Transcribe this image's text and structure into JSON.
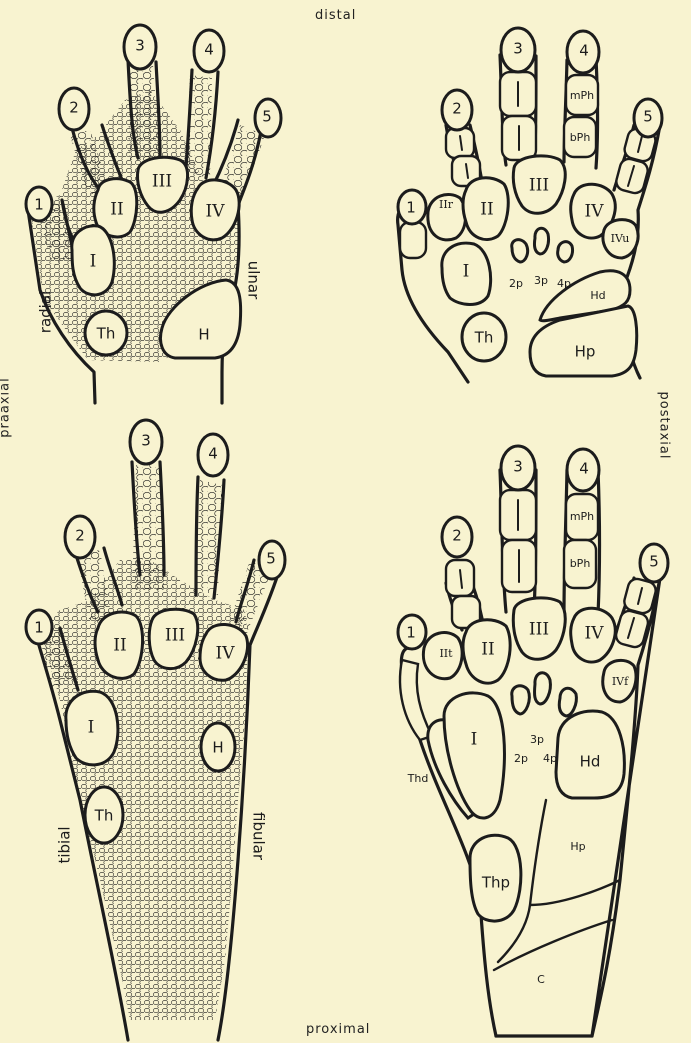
{
  "figure": {
    "top_label": "distal",
    "bottom_label": "proximal",
    "left_label": "präaxial",
    "right_label": "postaxial"
  },
  "hand_outer": {
    "digits": [
      "1",
      "2",
      "3",
      "4",
      "5"
    ],
    "interdigital": [
      "II",
      "III",
      "IV"
    ],
    "thenar": "I",
    "th": "Th",
    "hypothenar": "H",
    "side_left": "radial",
    "side_right": "ulnar"
  },
  "hand_inner": {
    "digits": [
      "1",
      "2",
      "3",
      "4",
      "5"
    ],
    "interdigital": [
      "II",
      "III",
      "IV"
    ],
    "thenar": "I",
    "ii_r": "IIr",
    "iv_u": "IVu",
    "th": "Th",
    "mph": "mPh",
    "bph": "bPh",
    "small_pads": [
      "2p",
      "3p",
      "4p"
    ],
    "hd": "Hd",
    "hp": "Hp"
  },
  "foot_outer": {
    "digits": [
      "1",
      "2",
      "3",
      "4",
      "5"
    ],
    "interdigital": [
      "II",
      "III",
      "IV"
    ],
    "thenar": "I",
    "th": "Th",
    "hypothenar": "H",
    "side_left": "tibial",
    "side_right": "fibular"
  },
  "foot_inner": {
    "digits": [
      "1",
      "2",
      "3",
      "4",
      "5"
    ],
    "interdigital": [
      "II",
      "III",
      "IV"
    ],
    "thenar": "I",
    "ii_t": "IIt",
    "iv_f": "IVf",
    "mph": "mPh",
    "bph": "bPh",
    "small_pads": [
      "3p",
      "2p",
      "4p"
    ],
    "thd": "Thd",
    "hd": "Hd",
    "hp": "Hp",
    "thp": "Thp",
    "c": "C"
  }
}
